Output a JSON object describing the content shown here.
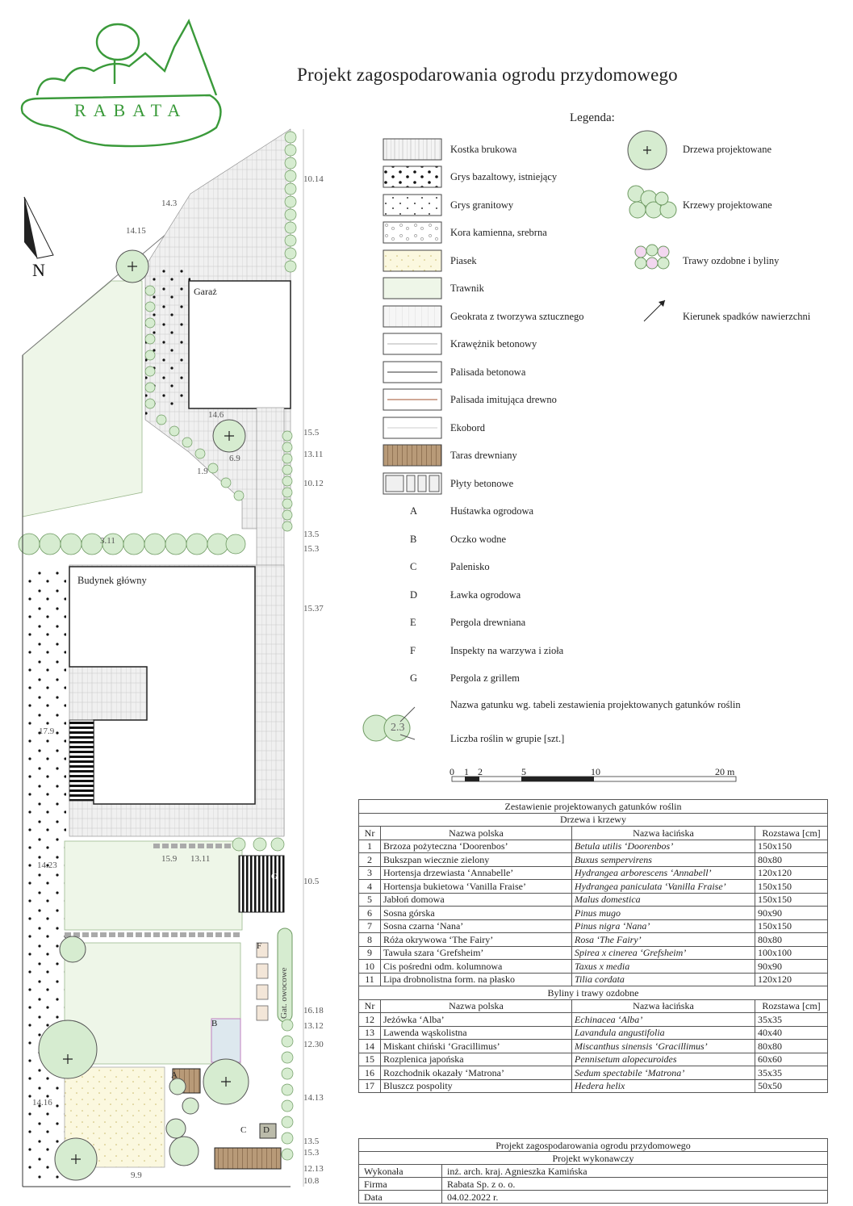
{
  "title": "Projekt zagospodarowania ogrodu przydomowego",
  "logo": {
    "text": "RABATA"
  },
  "north": "N",
  "legend": {
    "title": "Legenda:",
    "materials": [
      "Kostka brukowa",
      "Grys bazaltowy, istniejący",
      "Grys granitowy",
      "Kora kamienna, srebrna",
      "Piasek",
      "Trawnik",
      "Geokrata z tworzywa sztucznego",
      "Krawężnik betonowy",
      "Palisada betonowa",
      "Palisada imitująca drewno",
      "Ekobord",
      "Taras drewniany",
      "Płyty betonowe"
    ],
    "letters": [
      {
        "k": "A",
        "v": "Huśtawka ogrodowa"
      },
      {
        "k": "B",
        "v": "Oczko wodne"
      },
      {
        "k": "C",
        "v": "Palenisko"
      },
      {
        "k": "D",
        "v": "Ławka ogrodowa"
      },
      {
        "k": "E",
        "v": "Pergola drewniana"
      },
      {
        "k": "F",
        "v": "Inspekty na warzywa i zioła"
      },
      {
        "k": "G",
        "v": "Pergola z grillem"
      }
    ],
    "plants": [
      "Drzewa projektowane",
      "Krzewy projektowane",
      "Trawy ozdobne i byliny",
      "Kierunek spadków nawierzchni"
    ],
    "species_name": "Nazwa gatunku wg. tabeli zestawienia projektowanych gatunków roślin",
    "count": "Liczba roślin w grupie [szt.]",
    "sample": "2.3"
  },
  "scale": {
    "ticks": [
      "0",
      "1",
      "2",
      "5",
      "10",
      "20 m"
    ]
  },
  "plan": {
    "garage": "Garaż",
    "house": "Budynek główny",
    "orchard": "Gat. owocowe",
    "dims": [
      "10.14",
      "14.3",
      "14.15",
      "15.5",
      "13.11",
      "10.12",
      "13.5",
      "15.3",
      "15.37",
      "17.9",
      "14.23",
      "15.9",
      "13.11",
      "10.5",
      "16.18",
      "13.12",
      "12.30",
      "14.13",
      "14.16",
      "13.5",
      "15.3",
      "12.13",
      "10.8",
      "9.9",
      "14.6",
      "6.9",
      "1.9",
      "3.11"
    ],
    "labels": {
      "A": "A",
      "B": "B",
      "C": "C",
      "D": "D",
      "F": "F",
      "G": "G"
    }
  },
  "table": {
    "title": "Zestawienie projektowanych gatunków roślin",
    "sec1": "Drzewa i krzewy",
    "sec2": "Byliny i trawy ozdobne",
    "h_nr": "Nr",
    "h_pl": "Nazwa polska",
    "h_la": "Nazwa łacińska",
    "h_sp": "Rozstawa [cm]",
    "rows1": [
      {
        "nr": "1",
        "pl": "Brzoza pożyteczna ‘Doorenbos’",
        "la": "Betula utilis ‘Doorenbos’",
        "sp": "150x150"
      },
      {
        "nr": "2",
        "pl": "Bukszpan wiecznie zielony",
        "la": "Buxus sempervirens",
        "sp": "80x80"
      },
      {
        "nr": "3",
        "pl": "Hortensja drzewiasta ‘Annabelle’",
        "la": "Hydrangea arborescens ‘Annabell’",
        "sp": "120x120"
      },
      {
        "nr": "4",
        "pl": "Hortensja bukietowa ‘Vanilla Fraise’",
        "la": "Hydrangea paniculata ‘Vanilla Fraise’",
        "sp": "150x150"
      },
      {
        "nr": "5",
        "pl": "Jabłoń domowa",
        "la": "Malus domestica",
        "sp": "150x150"
      },
      {
        "nr": "6",
        "pl": "Sosna górska",
        "la": "Pinus mugo",
        "sp": "90x90"
      },
      {
        "nr": "7",
        "pl": "Sosna czarna ‘Nana’",
        "la": "Pinus nigra ‘Nana’",
        "sp": "150x150"
      },
      {
        "nr": "8",
        "pl": "Róża okrywowa ‘The Fairy’",
        "la": "Rosa ‘The Fairy’",
        "sp": "80x80"
      },
      {
        "nr": "9",
        "pl": "Tawuła szara ‘Grefsheim’",
        "la": "Spirea x cinerea ‘Grefsheim’",
        "sp": "100x100"
      },
      {
        "nr": "10",
        "pl": "Cis pośredni odm. kolumnowa",
        "la": "Taxus x media",
        "sp": "90x90"
      },
      {
        "nr": "11",
        "pl": "Lipa drobnolistna form. na płasko",
        "la": "Tilia cordata",
        "sp": "120x120"
      }
    ],
    "rows2": [
      {
        "nr": "12",
        "pl": "Jeżówka ‘Alba’",
        "la": "Echinacea ‘Alba’",
        "sp": "35x35"
      },
      {
        "nr": "13",
        "pl": "Lawenda wąskolistna",
        "la": "Lavandula angustifolia",
        "sp": "40x40"
      },
      {
        "nr": "14",
        "pl": "Miskant chiński ‘Gracillimus’",
        "la": "Miscanthus sinensis ‘Gracillimus’",
        "sp": "80x80"
      },
      {
        "nr": "15",
        "pl": "Rozplenica japońska",
        "la": "Pennisetum alopecuroides",
        "sp": "60x60"
      },
      {
        "nr": "16",
        "pl": "Rozchodnik okazały ‘Matrona’",
        "la": "Sedum spectabile ‘Matrona’",
        "sp": "35x35"
      },
      {
        "nr": "17",
        "pl": "Bluszcz pospolity",
        "la": "Hedera helix",
        "sp": "50x50"
      }
    ]
  },
  "info": {
    "project": "Projekt zagospodarowania ogrodu przydomowego",
    "phase": "Projekt wykonawczy",
    "author_k": "Wykonała",
    "author_v": "inż. arch. kraj. Agnieszka Kamińska",
    "firm_k": "Firma",
    "firm_v": "Rabata Sp. z o. o.",
    "date_k": "Data",
    "date_v": "04.02.2022 r."
  },
  "colors": {
    "green": "#3a9a3a",
    "lawn": "#eef6e8",
    "plant": "#d6ecd0",
    "sand": "#fbf8df"
  }
}
